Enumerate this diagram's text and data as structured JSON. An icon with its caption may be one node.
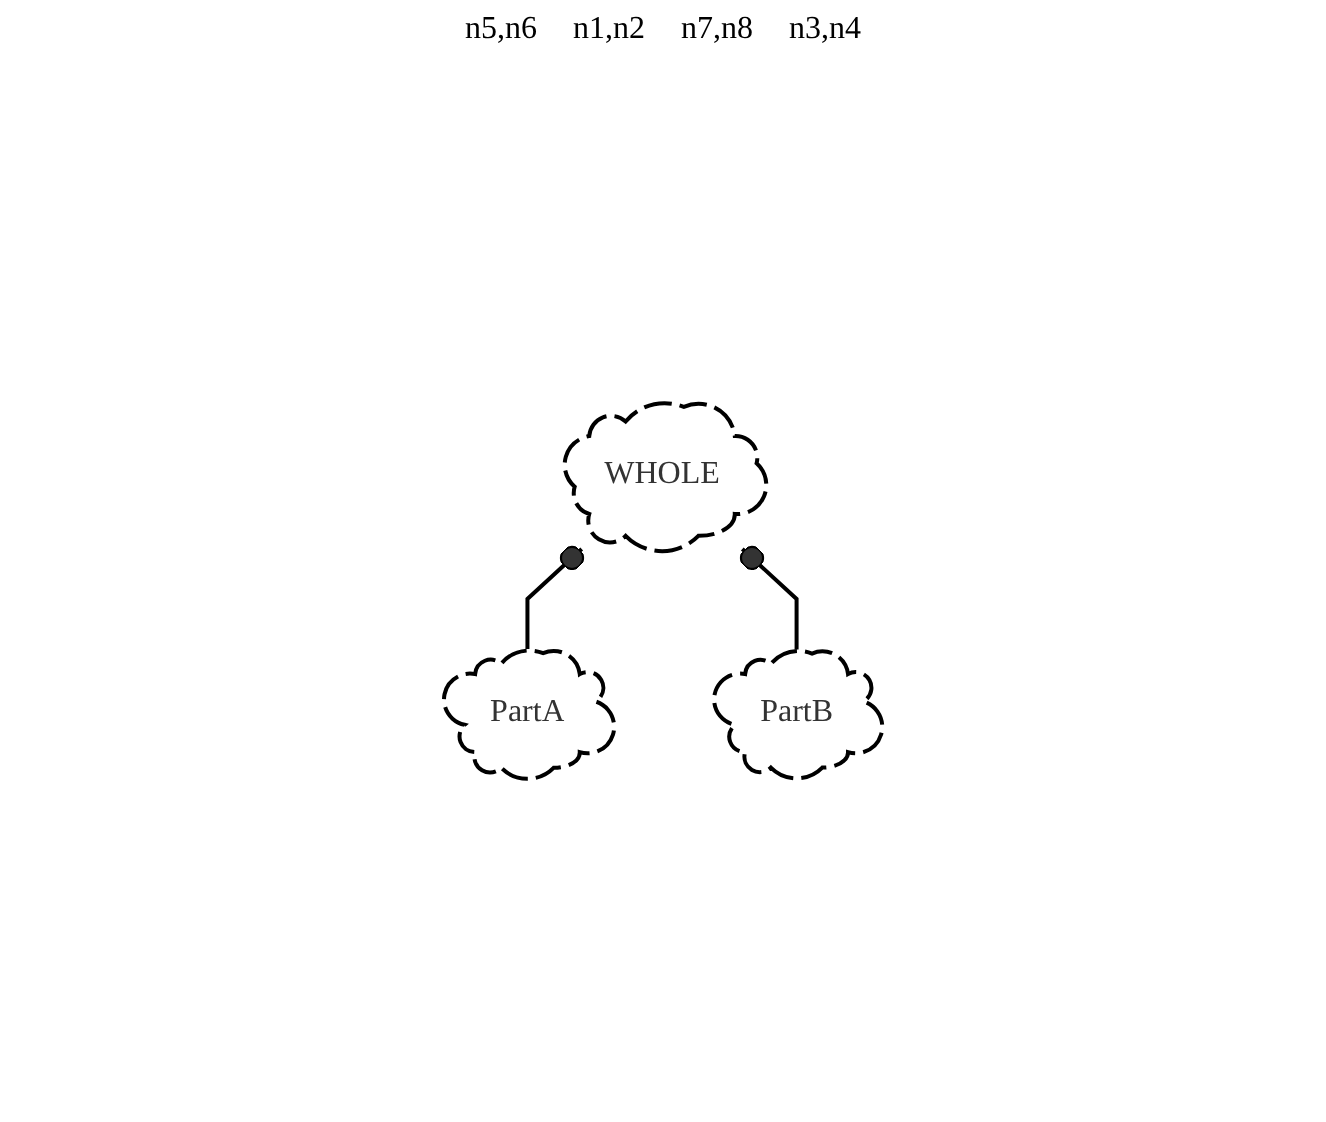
{
  "diagram": {
    "nodes": [
      {
        "text": [
          "WHOLE"
        ]
      },
      {
        "text": [
          "PartA"
        ]
      },
      {
        "text": [
          "PartB"
        ]
      }
    ],
    "edges": [
      {
        "from": 1,
        "to": 0,
        "arrow": "other"
      },
      {
        "from": 2,
        "to": 0,
        "arrow": "other"
      }
    ],
    "labels": [
      "n5,n6",
      "n1,n2",
      "n7,n8",
      "n3,n4"
    ]
  }
}
